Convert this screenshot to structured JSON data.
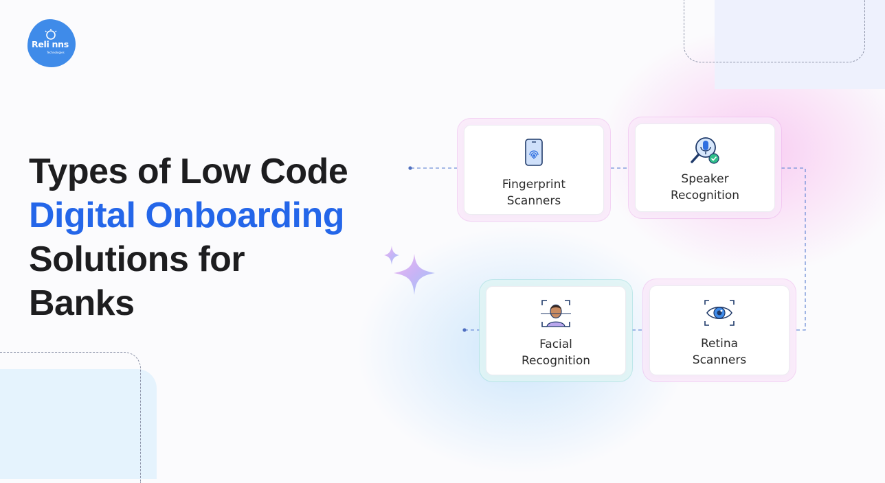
{
  "brand": {
    "name": "Reli nns",
    "tagline": "Technologies"
  },
  "title": {
    "line1": "Types of Low Code",
    "line2": "Digital Onboarding",
    "line3": "Solutions for",
    "line4": "Banks",
    "accent_color": "#2466e9"
  },
  "cards": [
    {
      "line1": "Fingerprint",
      "line2": "Scanners",
      "icon": "fingerprint-phone-icon"
    },
    {
      "line1": "Speaker",
      "line2": "Recognition",
      "icon": "microphone-search-icon"
    },
    {
      "line1": "Facial",
      "line2": "Recognition",
      "icon": "face-scan-icon"
    },
    {
      "line1": "Retina",
      "line2": "Scanners",
      "icon": "eye-scan-icon"
    }
  ],
  "colors": {
    "connector": "#6f8fd8",
    "logo": "#3f8be9"
  }
}
